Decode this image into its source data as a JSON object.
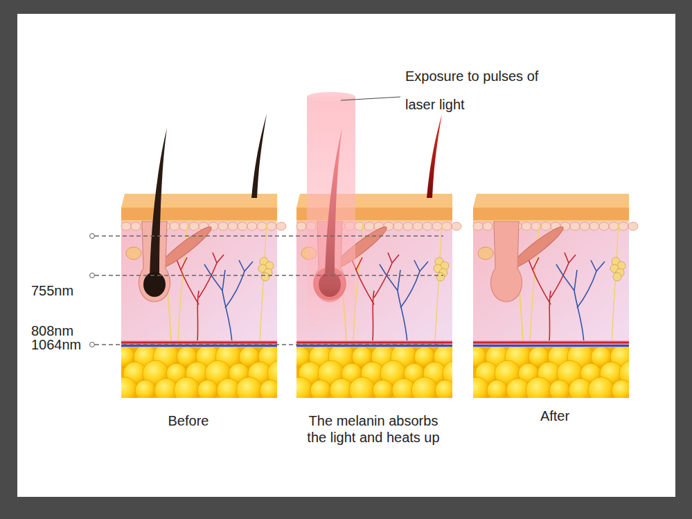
{
  "diagram": {
    "labels": [
      "Exposure to pulses of laser light",
      "755nm",
      "808nm",
      "1064nm",
      "Before",
      "The melanin absorbs the light and heats up",
      "After"
    ]
  }
}
